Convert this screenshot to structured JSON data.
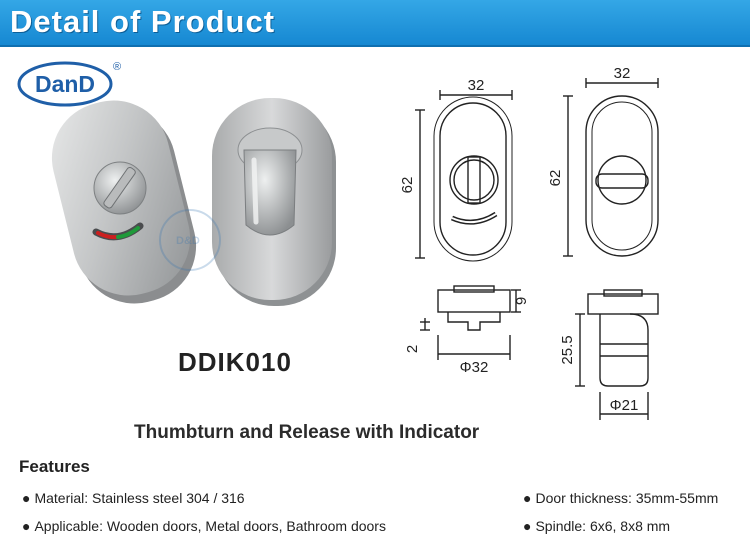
{
  "banner": {
    "title": "Detail of Product"
  },
  "brand": {
    "logo_text": "DanD",
    "registered": "®"
  },
  "product": {
    "model": "DDIK010",
    "subtitle": "Thumbturn and Release with Indicator"
  },
  "drawing": {
    "front_width": "32",
    "front_height": "62",
    "back_width": "32",
    "back_height": "62",
    "side_thickness": "9",
    "side_offset": "2",
    "side_diameter": "Φ32",
    "thumb_height": "25.5",
    "thumb_diameter": "Φ21"
  },
  "features": {
    "heading": "Features",
    "bullet": "●",
    "items": [
      "Material: Stainless steel 304 / 316",
      "Door thickness: 35mm-55mm",
      "Applicable: Wooden doors, Metal doors, Bathroom doors",
      "Spindle: 6x6, 8x8 mm"
    ]
  }
}
